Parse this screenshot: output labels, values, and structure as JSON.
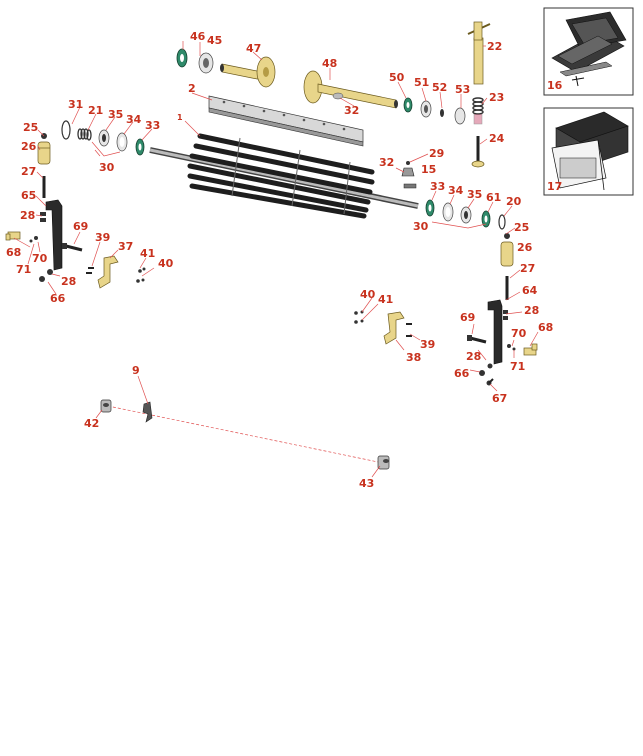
{
  "callouts": {
    "c1": "1",
    "c2": "2",
    "c9": "9",
    "c15": "15",
    "c16": "16",
    "c17": "17",
    "c20": "20",
    "c21": "21",
    "c22": "22",
    "c23": "23",
    "c24": "24",
    "c25a": "25",
    "c25b": "25",
    "c26a": "26",
    "c26b": "26",
    "c27a": "27",
    "c27b": "27",
    "c28a": "28",
    "c28b": "28",
    "c28c": "28",
    "c28d": "28",
    "c29": "29",
    "c30a": "30",
    "c30b": "30",
    "c31": "31",
    "c32a": "32",
    "c32b": "32",
    "c33a": "33",
    "c33b": "33",
    "c34a": "34",
    "c34b": "34",
    "c35a": "35",
    "c35b": "35",
    "c37": "37",
    "c38": "38",
    "c39a": "39",
    "c39b": "39",
    "c40a": "40",
    "c40b": "40",
    "c41a": "41",
    "c41b": "41",
    "c42": "42",
    "c43": "43",
    "c45": "45",
    "c46": "46",
    "c47": "47",
    "c48": "48",
    "c50": "50",
    "c51": "51",
    "c52": "52",
    "c53": "53",
    "c61": "61",
    "c64": "64",
    "c65": "65",
    "c66a": "66",
    "c66b": "66",
    "c67": "67",
    "c68a": "68",
    "c68b": "68",
    "c69a": "69",
    "c69b": "69",
    "c70a": "70",
    "c70b": "70",
    "c71a": "71",
    "c71b": "71"
  },
  "colors": {
    "callout": "#c8321e",
    "leader": "#e05050",
    "part_gold": "#e8d58a",
    "part_green": "#2f8a6a",
    "part_dark": "#2a2a2a"
  },
  "icons": {
    "case_top": "tool-case-open-icon",
    "case_bottom": "tool-case-closed-icon"
  }
}
